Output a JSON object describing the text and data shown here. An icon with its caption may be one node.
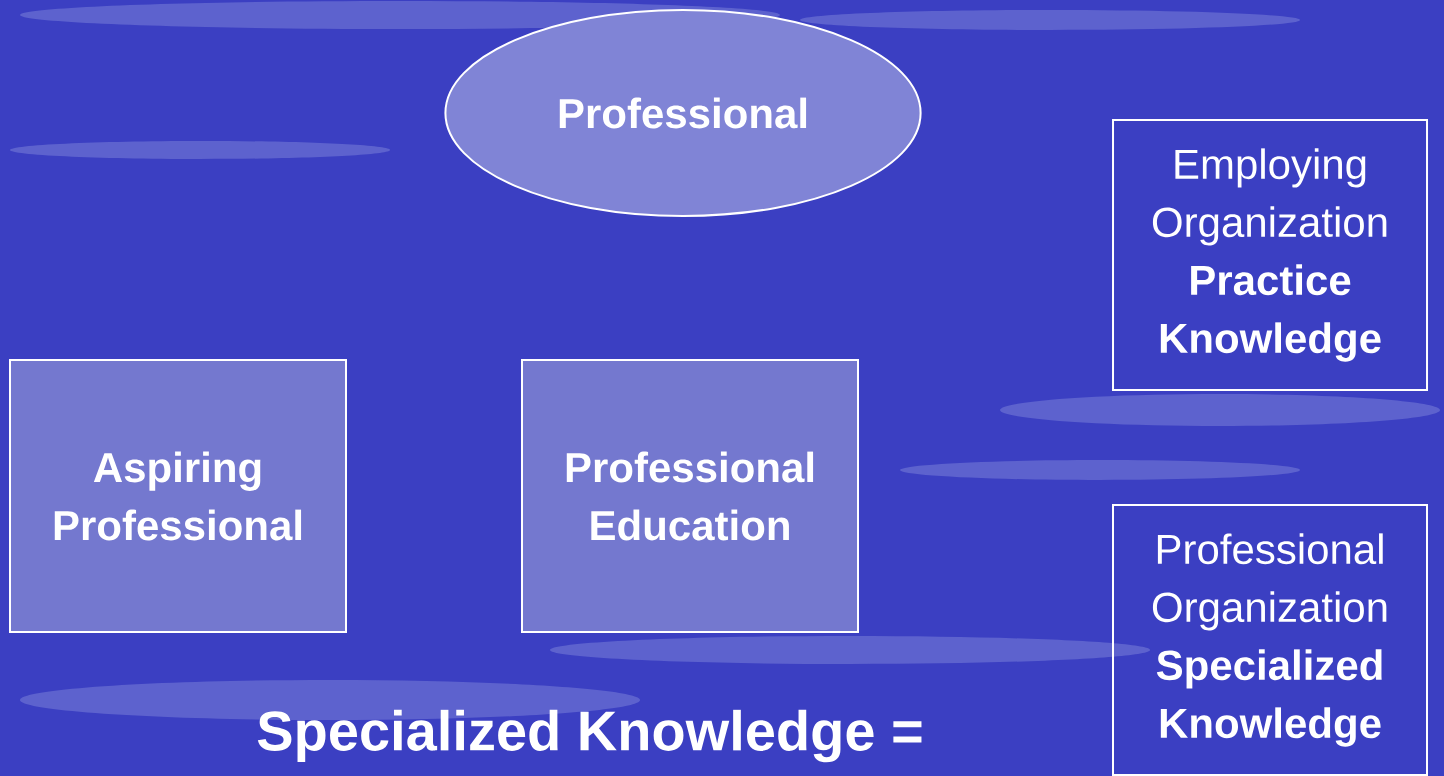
{
  "diagram": {
    "nodes": [
      {
        "text": [
          "Professional"
        ]
      },
      {
        "text": [
          "Employing Organization **Practice Knowledge**"
        ]
      },
      {
        "text": [
          "Aspiring Professional"
        ]
      },
      {
        "text": [
          "Professional Education"
        ]
      },
      {
        "text": [
          "Professional Organization **Specialized Knowledge**"
        ]
      }
    ],
    "labels": [
      "Specialized Knowledge ="
    ]
  }
}
